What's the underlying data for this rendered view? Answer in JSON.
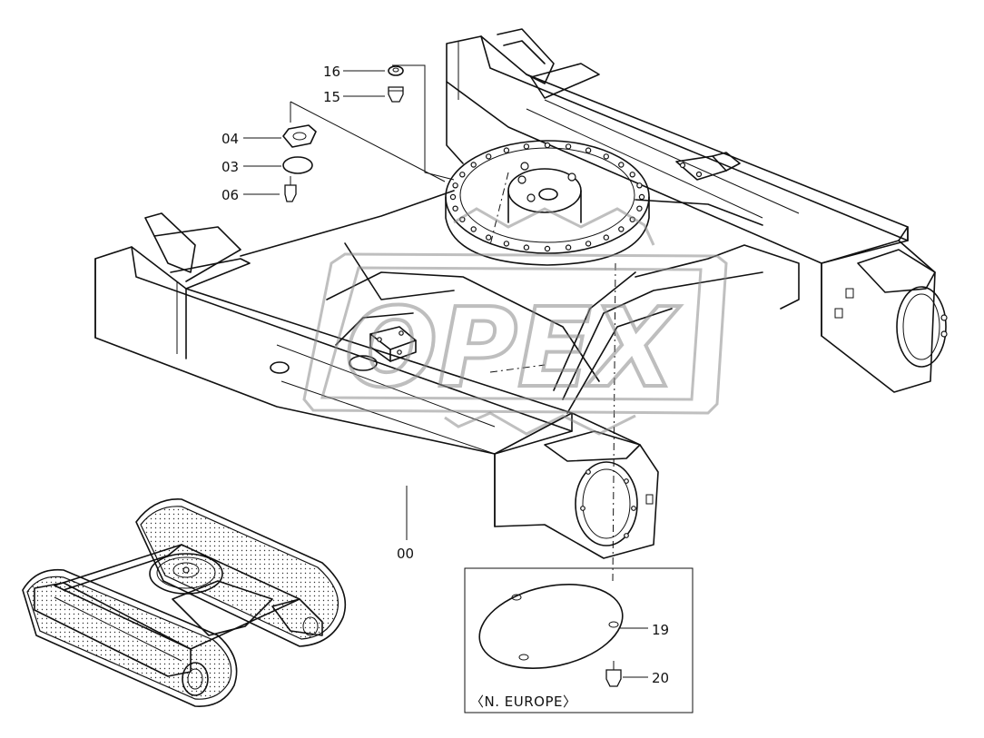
{
  "diagram": {
    "callouts": [
      {
        "id": "16",
        "label": "16"
      },
      {
        "id": "15",
        "label": "15"
      },
      {
        "id": "04",
        "label": "04"
      },
      {
        "id": "03",
        "label": "03"
      },
      {
        "id": "06",
        "label": "06"
      },
      {
        "id": "00",
        "label": "00"
      },
      {
        "id": "19",
        "label": "19"
      },
      {
        "id": "20",
        "label": "20"
      }
    ],
    "inset_label": "〈N. EUROPE〉",
    "watermark": "OPEX"
  }
}
